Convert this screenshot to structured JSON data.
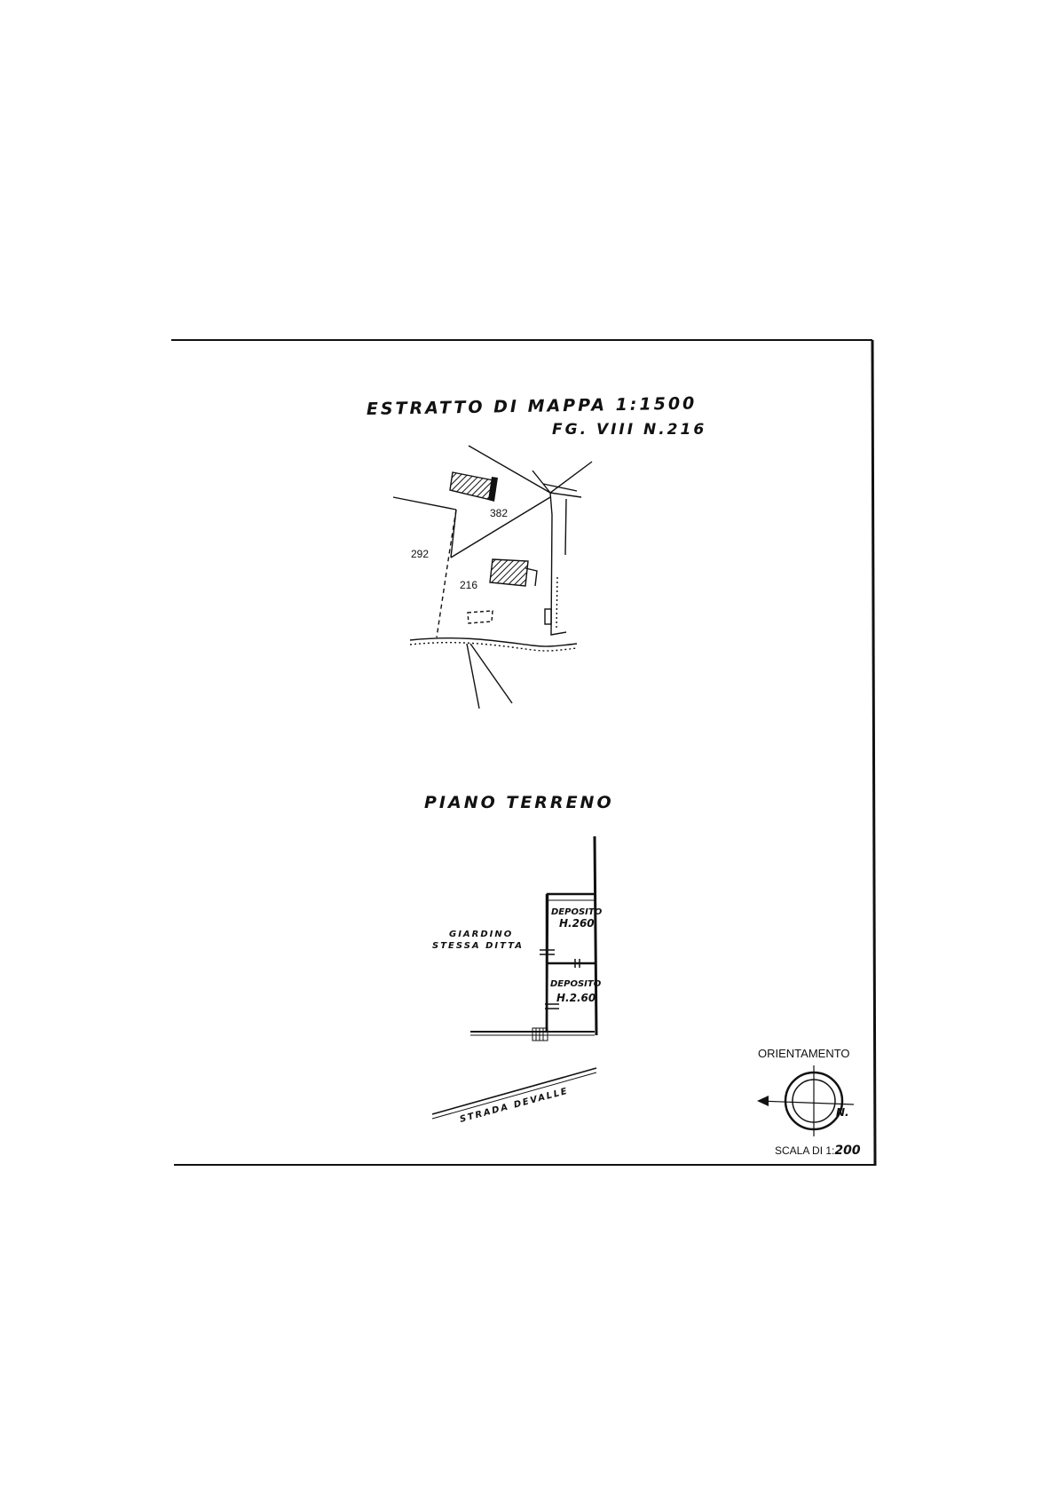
{
  "map_extract": {
    "title": "ESTRATTO DI MAPPA 1:1500",
    "sheet_ref": "FG. VIII N.216",
    "parcels": [
      "382",
      "292",
      "216"
    ]
  },
  "ground_floor": {
    "title": "PIANO TERRENO",
    "garden_line1": "GIARDINO",
    "garden_line2": "STESSA DITTA",
    "room_upper_name": "DEPOSITO",
    "room_upper_height": "H.260",
    "room_lower_name": "DEPOSITO",
    "room_lower_height": "H.2.60",
    "road_label": "STRADA DEVALLE"
  },
  "orientation": {
    "title": "ORIENTAMENTO",
    "north_label": "N.",
    "scale_label": "SCALA DI 1:",
    "scale_value": "200"
  }
}
